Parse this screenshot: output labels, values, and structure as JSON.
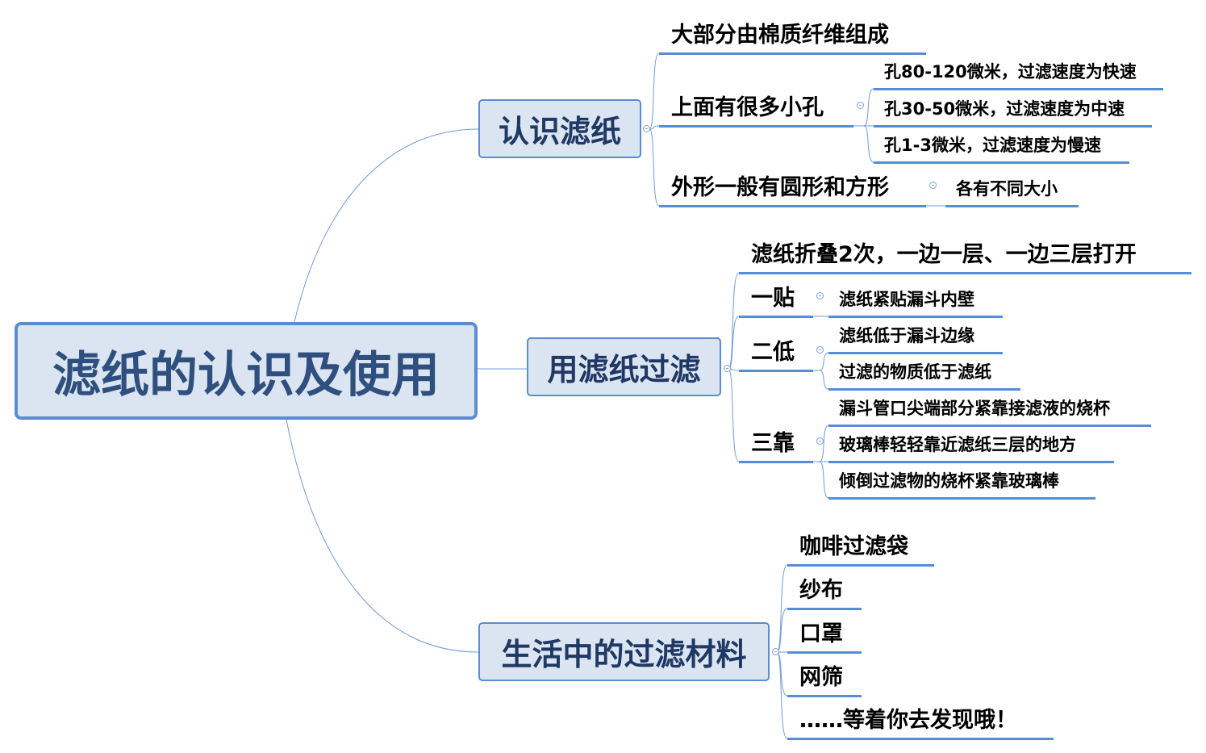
{
  "root": "滤纸的认识及使用",
  "branches": [
    {
      "label": "认识滤纸",
      "children": [
        {
          "label": "大部分由棉质纤维组成"
        },
        {
          "label": "上面有很多小孔",
          "children": [
            "孔80-120微米，过滤速度为快速",
            "孔30-50微米，过滤速度为中速",
            "孔1-3微米，过滤速度为慢速"
          ]
        },
        {
          "label": "外形一般有圆形和方形",
          "children": [
            "各有不同大小"
          ]
        }
      ]
    },
    {
      "label": "用滤纸过滤",
      "children": [
        {
          "label": "滤纸折叠2次，一边一层、一边三层打开"
        },
        {
          "label": "一贴",
          "children": [
            "滤纸紧贴漏斗内壁"
          ]
        },
        {
          "label": "二低",
          "children": [
            "滤纸低于漏斗边缘",
            "过滤的物质低于滤纸"
          ]
        },
        {
          "label": "三靠",
          "children": [
            "漏斗管口尖端部分紧靠接滤液的烧杯",
            "玻璃棒轻轻靠近滤纸三层的地方",
            "倾倒过滤物的烧杯紧靠玻璃棒"
          ]
        }
      ]
    },
    {
      "label": "生活中的过滤材料",
      "children": [
        {
          "label": "咖啡过滤袋"
        },
        {
          "label": "纱布"
        },
        {
          "label": "口罩"
        },
        {
          "label": "网筛"
        },
        {
          "label": "……等着你去发现哦！"
        }
      ]
    }
  ],
  "colors": {
    "line": "#558ed5",
    "box_fill": "#dbe5f1",
    "box_border": "#5b8bd0"
  }
}
